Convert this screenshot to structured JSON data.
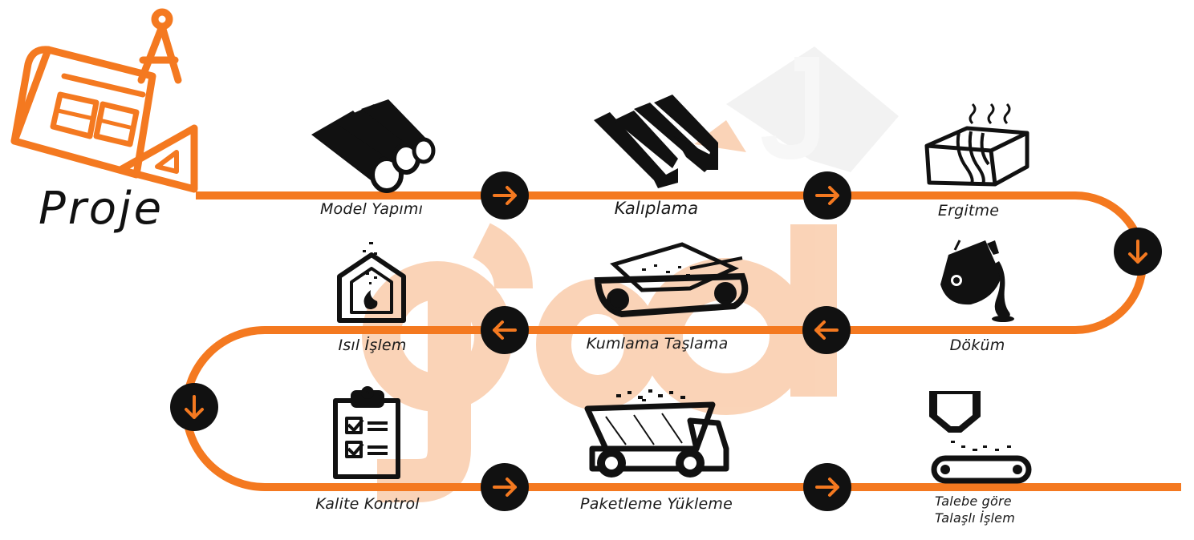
{
  "colors": {
    "accent": "#f47920",
    "dark": "#111111",
    "watermark": "#f6b07e"
  },
  "header": {
    "title": "Proje"
  },
  "steps": [
    {
      "label": "Model Yapımı",
      "icon": "pipes-icon"
    },
    {
      "label": "Kalıplama",
      "icon": "steel-beams-icon"
    },
    {
      "label": "Ergitme",
      "icon": "molten-block-icon"
    },
    {
      "label": "Döküm",
      "icon": "ladle-pouring-icon"
    },
    {
      "label": "Kumlama Taşlama",
      "icon": "sandblast-conveyor-icon"
    },
    {
      "label": "Isıl İşlem",
      "icon": "furnace-icon"
    },
    {
      "label": "Kalite Kontrol",
      "icon": "checklist-icon"
    },
    {
      "label": "Paketleme Yükleme",
      "icon": "dump-truck-icon"
    },
    {
      "label_line1": "Talebe göre",
      "label_line2": "Talaşlı İşlem",
      "icon": "hopper-conveyor-icon"
    }
  ],
  "arrows": [
    {
      "dir": "right"
    },
    {
      "dir": "right"
    },
    {
      "dir": "down"
    },
    {
      "dir": "left"
    },
    {
      "dir": "left"
    },
    {
      "dir": "down"
    },
    {
      "dir": "right"
    },
    {
      "dir": "right"
    }
  ]
}
